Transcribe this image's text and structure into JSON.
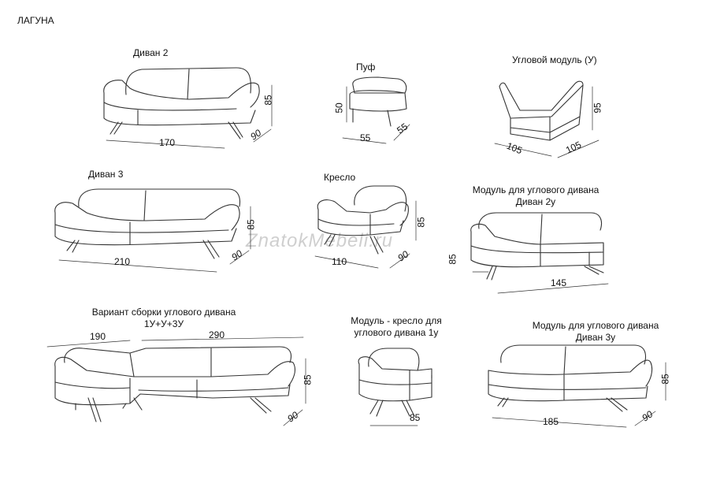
{
  "title": "ЛАГУНА",
  "watermark": "ZnatokMebeli.ru",
  "items": [
    {
      "name": "Диван 2",
      "dims": [
        "85",
        "170",
        "90"
      ]
    },
    {
      "name": "Пуф",
      "dims": [
        "50",
        "55",
        "55"
      ]
    },
    {
      "name": "Угловой модуль (У)",
      "dims": [
        "95",
        "105",
        "105"
      ]
    },
    {
      "name": "Диван 3",
      "dims": [
        "85",
        "210",
        "90"
      ]
    },
    {
      "name": "Кресло",
      "dims": [
        "85",
        "110",
        "90"
      ]
    },
    {
      "name_line1": "Модуль для углового дивана",
      "name_line2": "Диван 2у",
      "dims": [
        "85",
        "145"
      ]
    },
    {
      "name_line1": "Вариант сборки углового дивана",
      "name_line2": "1У+У+3У",
      "dims": [
        "190",
        "290",
        "85",
        "90"
      ]
    },
    {
      "name_line1": "Модуль - кресло для",
      "name_line2": "углового дивана 1у",
      "dims": [
        "85"
      ]
    },
    {
      "name_line1": "Модуль для углового дивана",
      "name_line2": "Диван 3у",
      "dims": [
        "85",
        "185",
        "90"
      ]
    }
  ]
}
